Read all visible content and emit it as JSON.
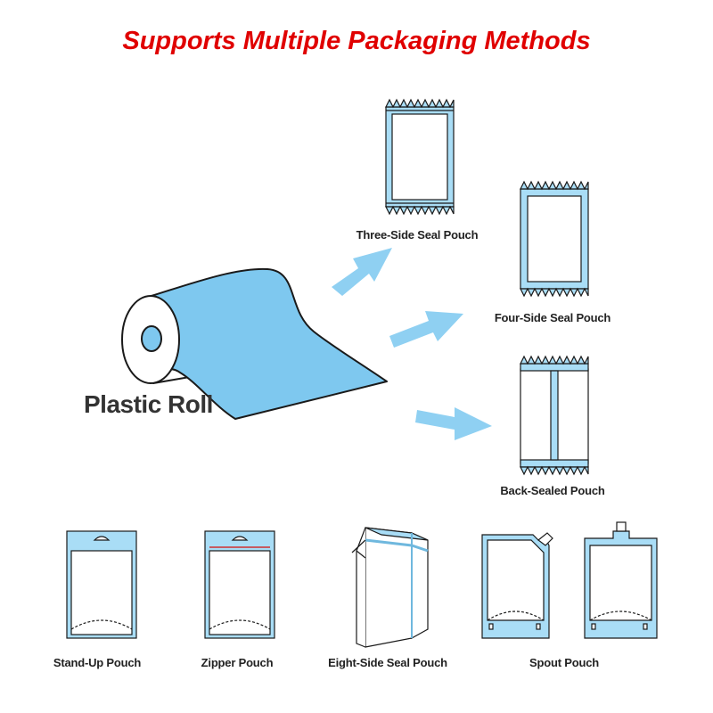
{
  "title": "Supports Multiple Packaging Methods",
  "roll_label": "Plastic Roll",
  "pouch_labels": {
    "three_side": "Three-Side Seal Pouch",
    "four_side": "Four-Side Seal Pouch",
    "back_sealed": "Back-Sealed Pouch",
    "stand_up": "Stand-Up Pouch",
    "zipper": "Zipper Pouch",
    "eight_side": "Eight-Side Seal Pouch",
    "spout": "Spout Pouch"
  },
  "colors": {
    "title": "#e00000",
    "film_blue": "#7ec8ef",
    "seal_blue": "#a9ddf6",
    "arrow_blue": "#8fd0f2",
    "outline": "#1a1a1a"
  }
}
